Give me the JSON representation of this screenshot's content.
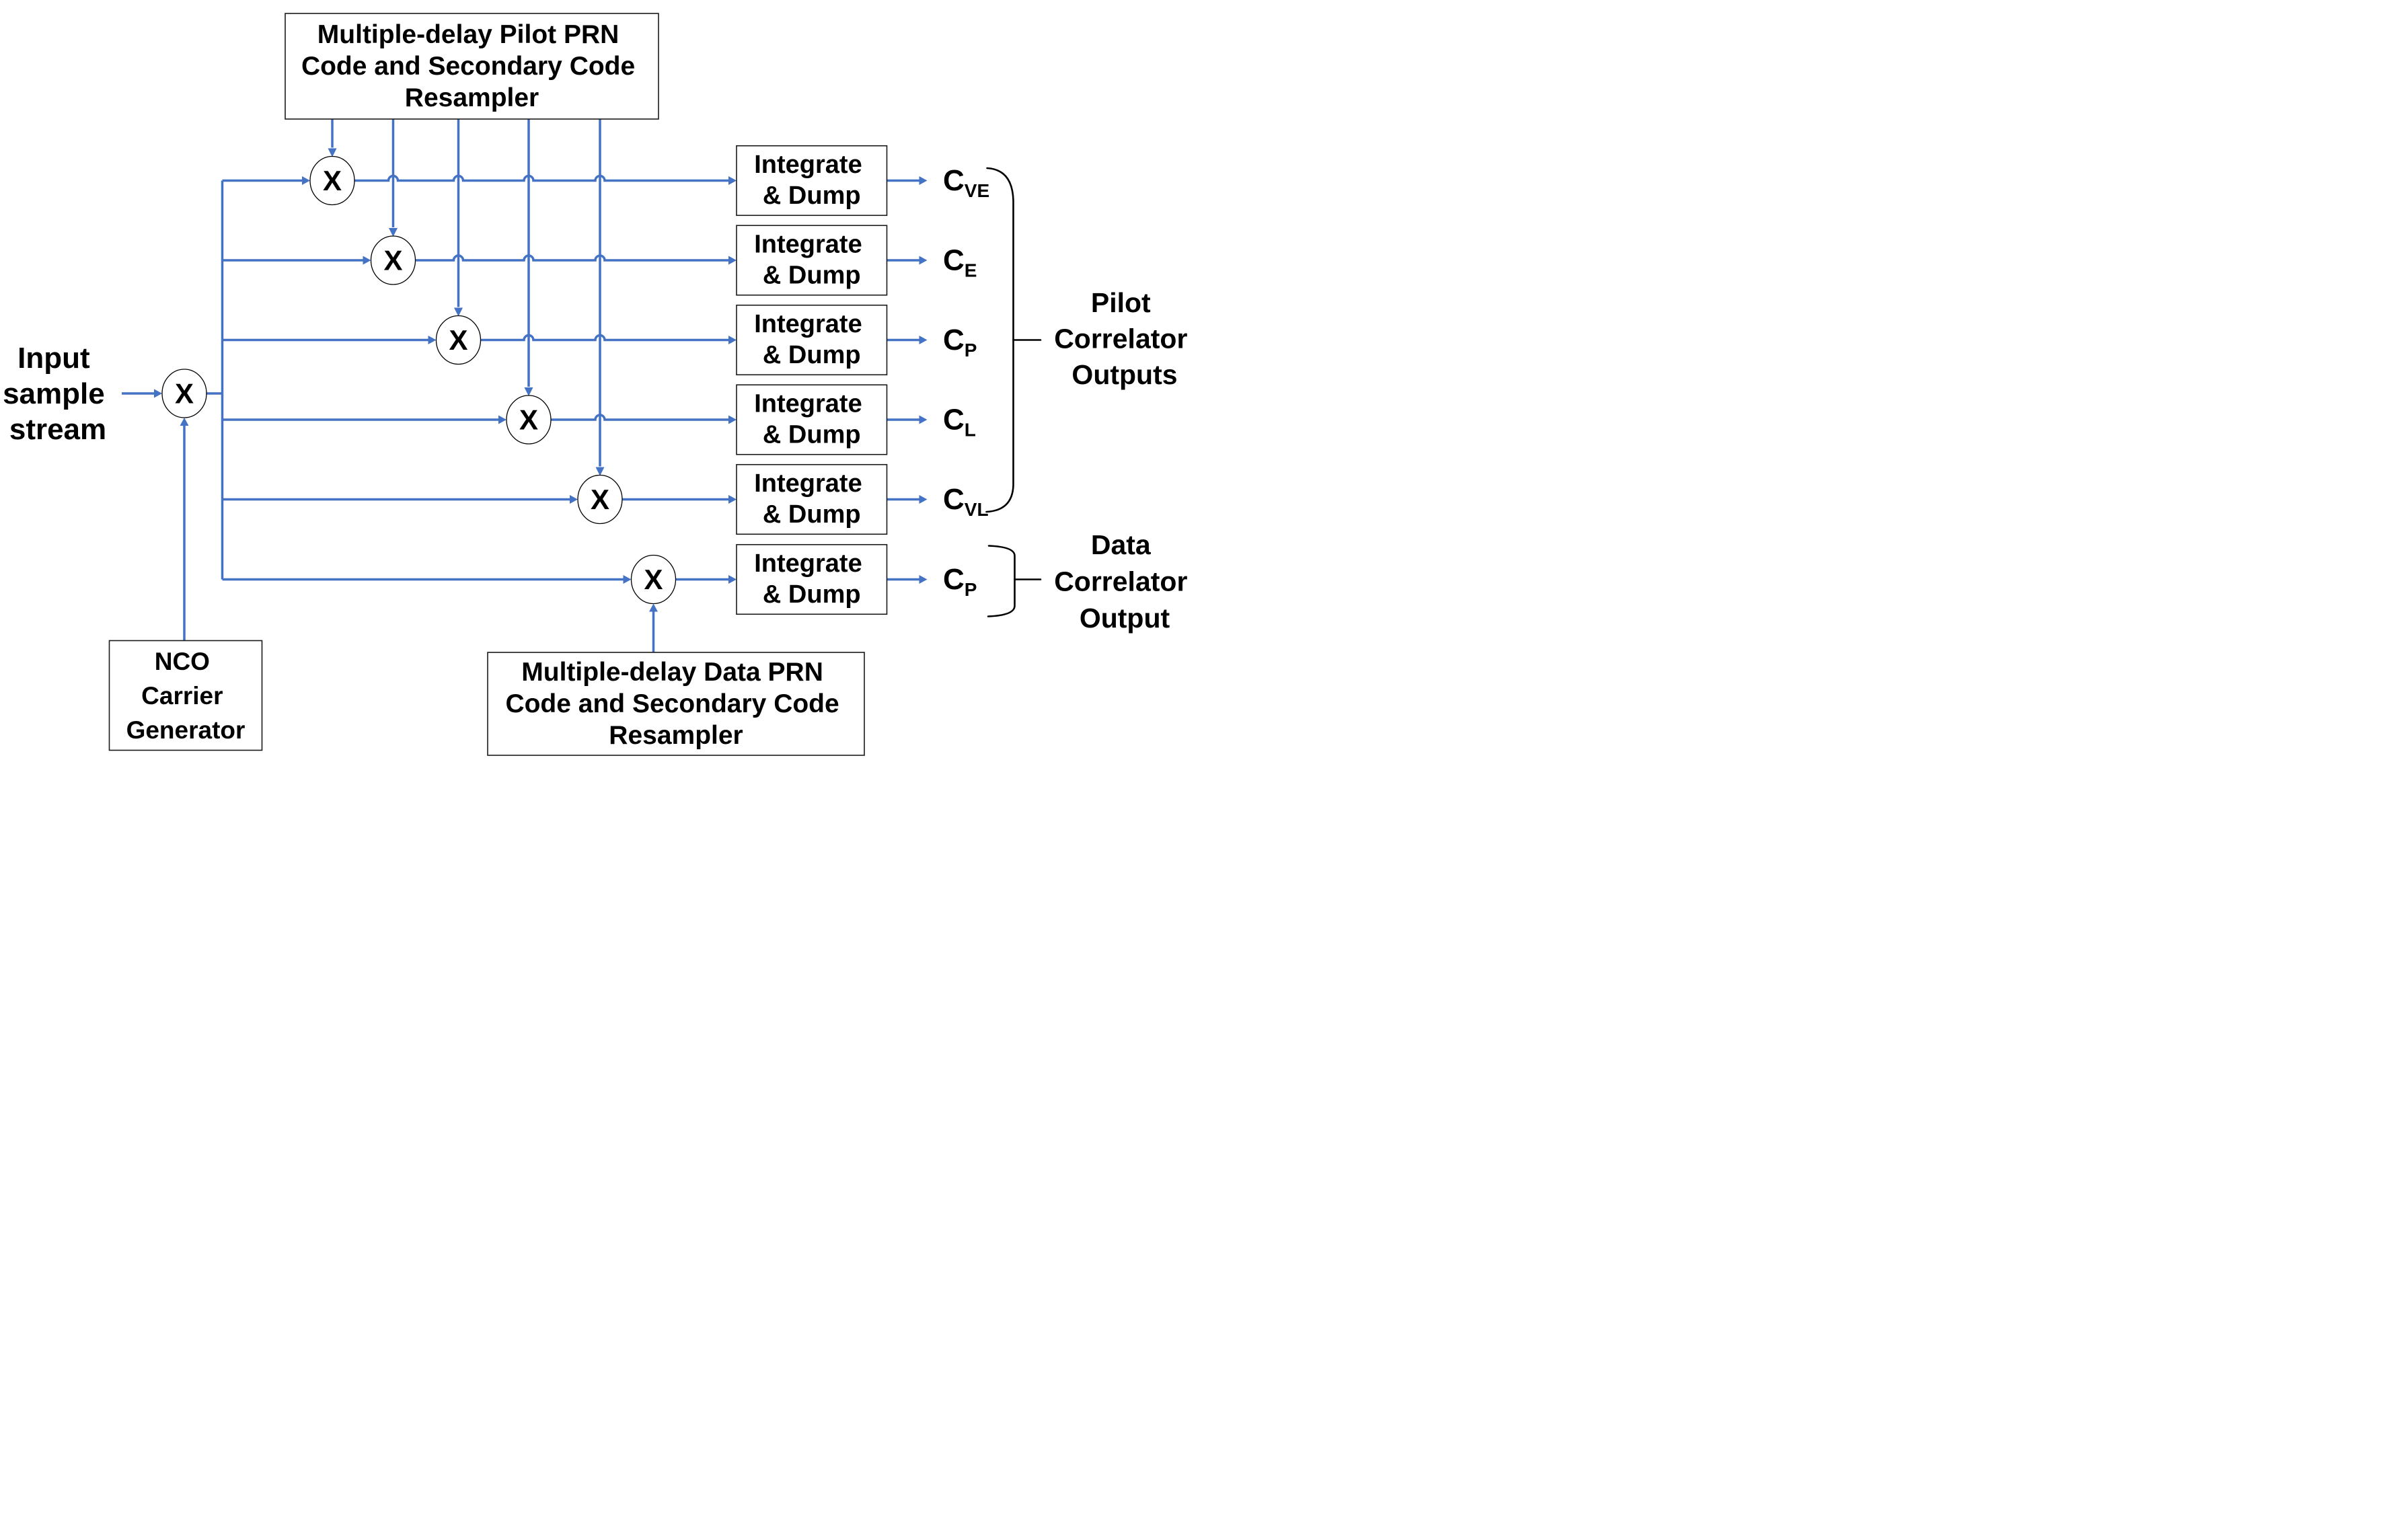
{
  "colors": {
    "line_blue": "#4472C4",
    "text_black": "#000000",
    "box_fill": "#ffffff"
  },
  "multiplier_symbol": "X",
  "pilot_resampler_box": {
    "line1": "Multiple-delay Pilot PRN",
    "line2": "Code and Secondary Code",
    "line3": "Resampler"
  },
  "data_resampler_box": {
    "line1": "Multiple-delay Data PRN",
    "line2": "Code and Secondary Code",
    "line3": "Resampler"
  },
  "nco_box": {
    "line1": "NCO",
    "line2": "Carrier",
    "line3": "Generator"
  },
  "input_label": {
    "line1": "Input",
    "line2": "sample",
    "line3": "stream"
  },
  "integrate_dump": {
    "line1": "Integrate",
    "line2": "& Dump"
  },
  "outputs": [
    {
      "main": "C",
      "sub": "VE"
    },
    {
      "main": "C",
      "sub": "E"
    },
    {
      "main": "C",
      "sub": "P"
    },
    {
      "main": "C",
      "sub": "L"
    },
    {
      "main": "C",
      "sub": "VL"
    },
    {
      "main": "C",
      "sub": "P"
    }
  ],
  "pilot_group_label": {
    "line1": "Pilot",
    "line2": "Correlator",
    "line3": "Outputs"
  },
  "data_group_label": {
    "line1": "Data",
    "line2": "Correlator",
    "line3": "Output"
  }
}
